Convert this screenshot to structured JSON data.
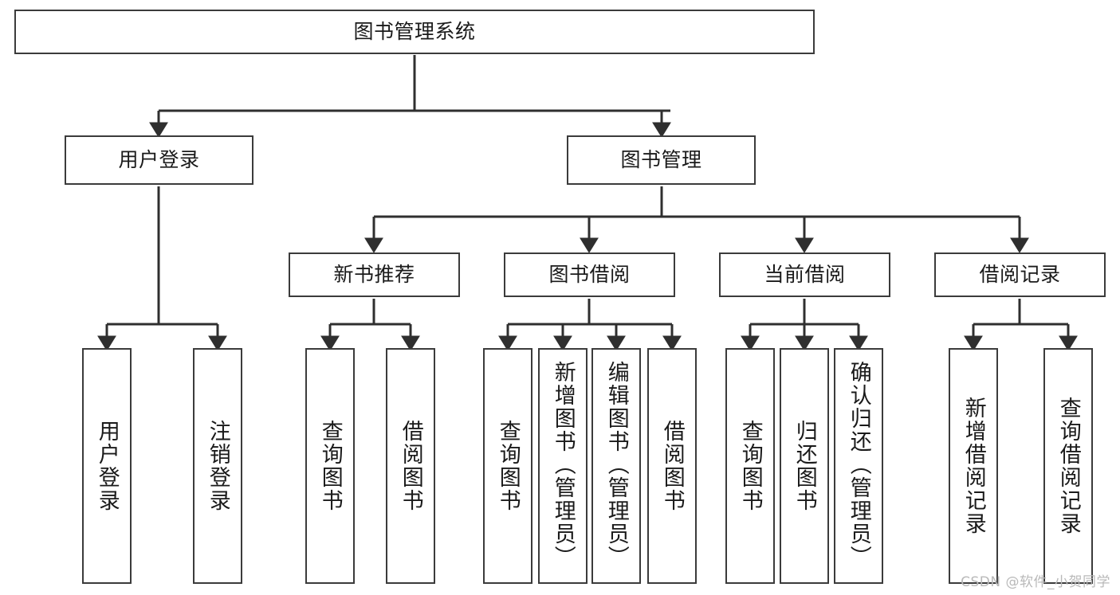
{
  "diagram": {
    "title": "图书管理系统",
    "type": "tree-hierarchy",
    "watermark": "CSDN @软件_小贺同学",
    "colors": {
      "box_border": "#3b3b3b",
      "box_fill": "#ffffff",
      "edge": "#2f2f2f",
      "text": "#1a1a1a",
      "watermark": "#b9b9b9"
    },
    "nodes": {
      "root": {
        "label": "图书管理系统"
      },
      "level2": [
        {
          "id": "user-login",
          "label": "用户登录"
        },
        {
          "id": "book-manage",
          "label": "图书管理"
        }
      ],
      "level3": [
        {
          "id": "new-book-recommend",
          "label": "新书推荐"
        },
        {
          "id": "book-borrow",
          "label": "图书借阅"
        },
        {
          "id": "current-borrow",
          "label": "当前借阅"
        },
        {
          "id": "borrow-record",
          "label": "借阅记录"
        }
      ],
      "leaves": {
        "user-login": [
          {
            "id": "leaf-user-login",
            "label": "用户登录"
          },
          {
            "id": "leaf-user-logout",
            "label": "注销登录"
          }
        ],
        "new-book-recommend": [
          {
            "id": "leaf-query-book-1",
            "label": "查询图书"
          },
          {
            "id": "leaf-borrow-book-1",
            "label": "借阅图书"
          }
        ],
        "book-borrow": [
          {
            "id": "leaf-query-book-2",
            "label": "查询图书"
          },
          {
            "id": "leaf-add-book",
            "label": "新增图书（管理员）"
          },
          {
            "id": "leaf-edit-book",
            "label": "编辑图书（管理员）"
          },
          {
            "id": "leaf-borrow-book-2",
            "label": "借阅图书"
          }
        ],
        "current-borrow": [
          {
            "id": "leaf-query-book-3",
            "label": "查询图书"
          },
          {
            "id": "leaf-return-book",
            "label": "归还图书"
          },
          {
            "id": "leaf-confirm-return",
            "label": "确认归还（管理员）"
          }
        ],
        "borrow-record": [
          {
            "id": "leaf-add-record",
            "label": "新增借阅记录"
          },
          {
            "id": "leaf-query-record",
            "label": "查询借阅记录"
          }
        ]
      }
    }
  }
}
